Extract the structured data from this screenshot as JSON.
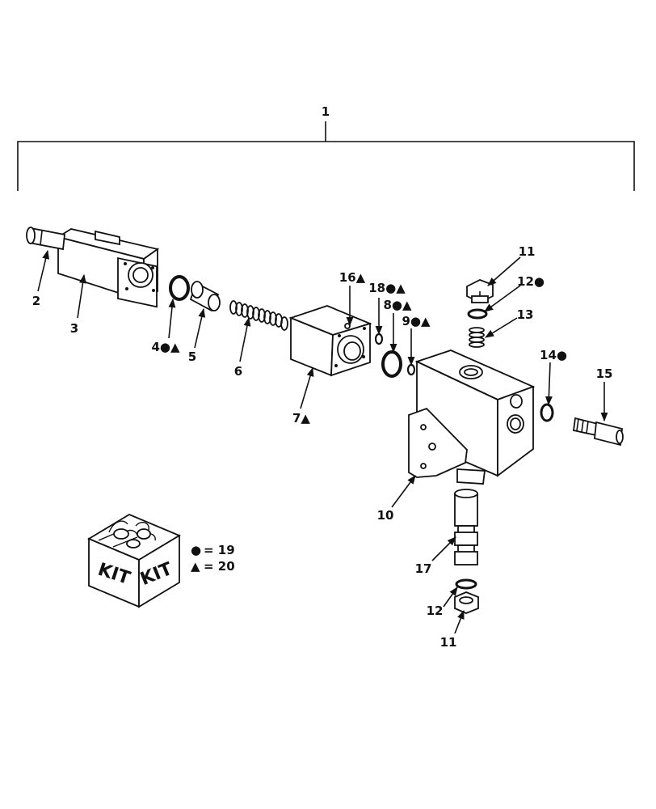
{
  "callouts": {
    "c1": "1",
    "c2": "2",
    "c3": "3",
    "c4": "4●▲",
    "c5": "5",
    "c6": "6",
    "c7": "7▲",
    "c8": "8●▲",
    "c9": "9●▲",
    "c10": "10",
    "c11_top": "11",
    "c11_bottom": "11",
    "c12_top": "12●",
    "c12_bottom": "12",
    "c13": "13",
    "c14": "14●",
    "c15": "15",
    "c16": "16▲",
    "c17": "17",
    "c18": "18●▲"
  },
  "kit": {
    "box_label_left": "KIT",
    "box_label_right": "KIT",
    "legend": [
      {
        "symbol": "●",
        "text": "= 19"
      },
      {
        "symbol": "▲",
        "text": "= 20"
      }
    ]
  }
}
